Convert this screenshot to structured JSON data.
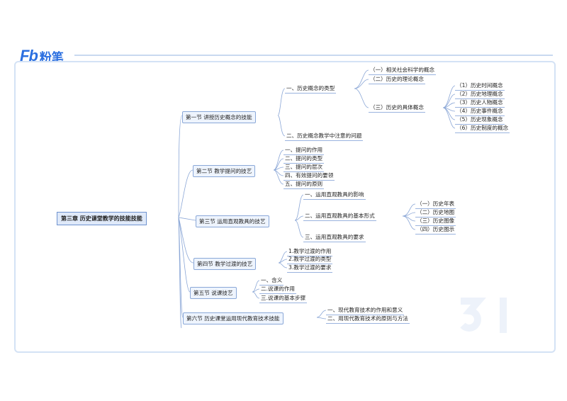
{
  "brand": {
    "mark": "Fb",
    "name": "粉笔"
  },
  "root": "第三章 历史课堂教学的技能技能",
  "sections": {
    "s1": "第一节 讲授历史概念的技能",
    "s2": "第二节  教学提问的技艺",
    "s3": "第三节  运用直观教具的技艺",
    "s4": "第四节  教学过渡的技艺",
    "s5": "第五节 说课技艺",
    "s6": "第六节 历史课堂运用现代教育技术技能"
  },
  "s1": {
    "a": "一、历史概念的类型",
    "a1": "（一）相关社会科学的概念",
    "a2": "（二）历史的理论概念",
    "a3": "（三）历史的具体概念",
    "a3_items": [
      "（1）历史时间概念",
      "（2）历史地理概念",
      "（3）历史人物概念",
      "（4）历史事件概念",
      "（5）历史现象概念",
      "（6）历史制度的概念"
    ],
    "b": "二、历史概念教学中注意的问题"
  },
  "s2": {
    "items": [
      "一、提问的作用",
      "二、提问的类型",
      "三、提问的层次",
      "四、有效提问的要领",
      "五、提问的原则"
    ]
  },
  "s3": {
    "a": "一、运用直观教具的影响",
    "b": "二、运用直观教具的基本形式",
    "b_items": [
      "（一）历史年表",
      "（二）历史地图",
      "（三）历史图像",
      "（四）历史图示"
    ],
    "c": "三、运用直观教具的要求"
  },
  "s4": {
    "items": [
      "1.教学过渡的作用",
      "2.教学过渡的类型",
      "3.教学过渡的要求"
    ]
  },
  "s5": {
    "items": [
      "一、含义",
      "二.说课的作用",
      "三.说课的基本步骤"
    ]
  },
  "s6": {
    "items": [
      "一、现代教育技术的作用和意义",
      "二、用现代教育技术的原则与方法"
    ]
  },
  "colors": {
    "brand": "#2b6fe0",
    "line": "#8aa6d6",
    "frame": "#d4e2f5"
  }
}
